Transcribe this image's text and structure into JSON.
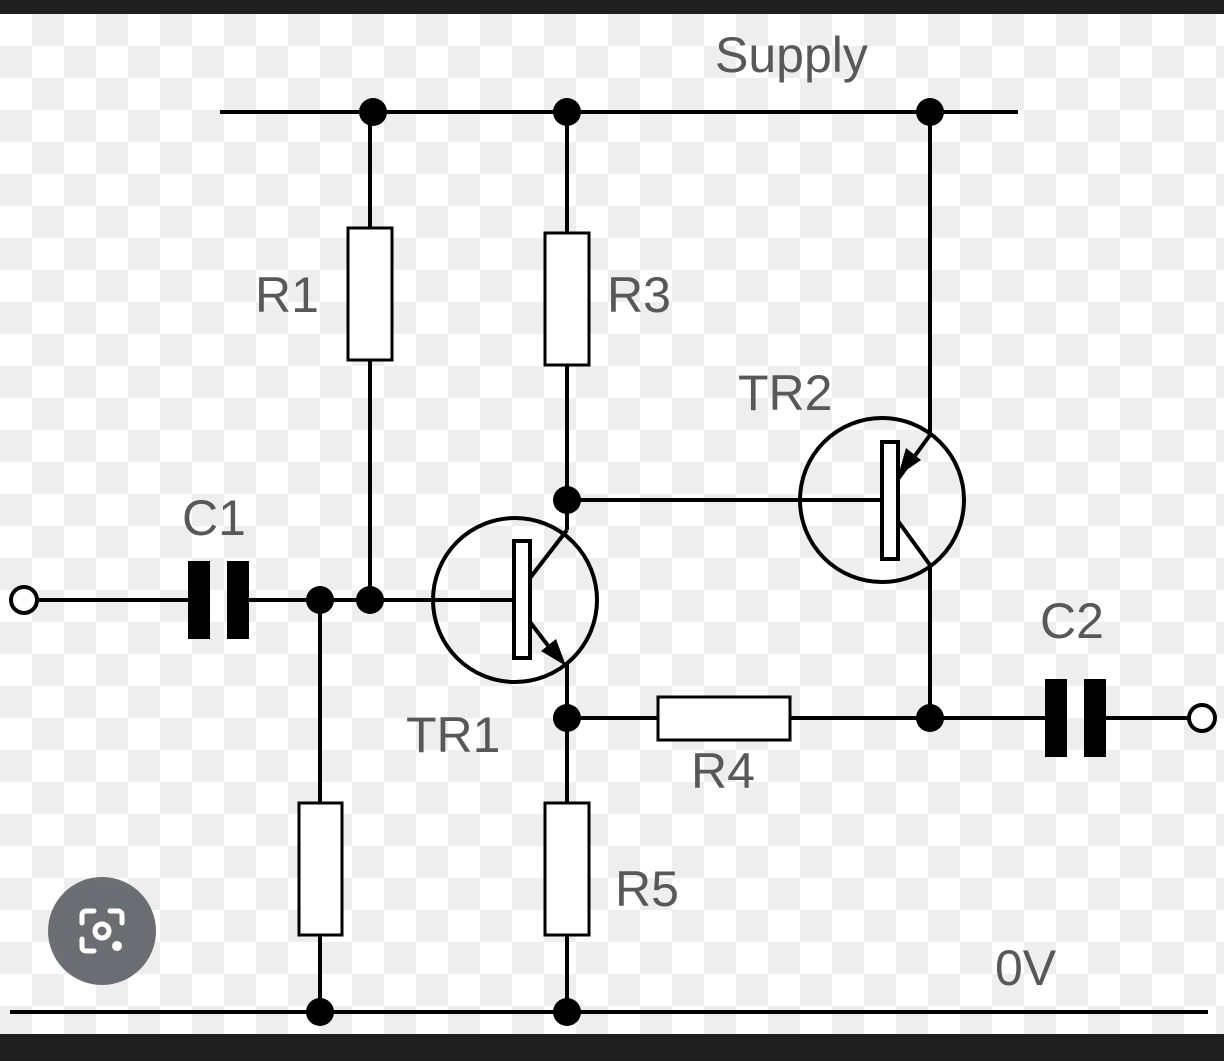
{
  "labels": {
    "supply": "Supply",
    "ground": "0V",
    "r1": "R1",
    "r3": "R3",
    "r4": "R4",
    "r5": "R5",
    "c1": "C1",
    "c2": "C2",
    "tr1": "TR1",
    "tr2": "TR2"
  },
  "colors": {
    "wire": "#000000",
    "label": "#585858",
    "lens_button": "#5f6368"
  },
  "icons": {
    "lens_button": "camera-search-icon"
  }
}
